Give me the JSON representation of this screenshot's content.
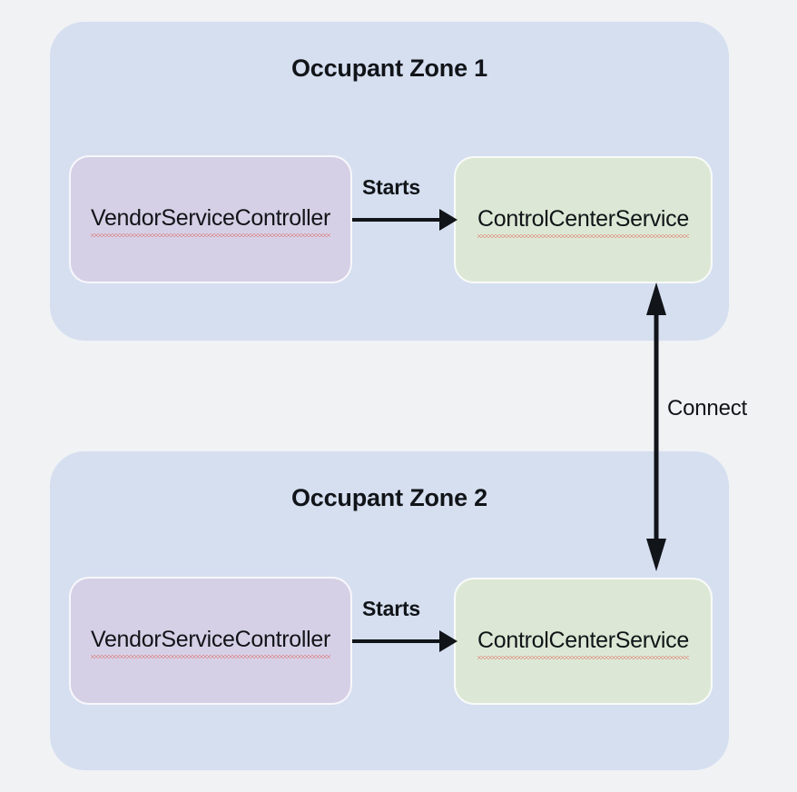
{
  "diagram": {
    "background_color": "#f0f2f4",
    "zones": [
      {
        "id": "zone-1",
        "title": "Occupant Zone 1",
        "fill": "#d5dff0",
        "nodes": [
          {
            "id": "node-vsc-1",
            "label": "VendorServiceController",
            "fill": "#d6d0e6",
            "spellcheck_underline": true
          },
          {
            "id": "node-ccs-1",
            "label": "ControlCenterService",
            "fill": "#dce8d5",
            "spellcheck_underline": true
          }
        ],
        "edge_label": "Starts"
      },
      {
        "id": "zone-2",
        "title": "Occupant Zone 2",
        "fill": "#d5dff0",
        "nodes": [
          {
            "id": "node-vsc-2",
            "label": "VendorServiceController",
            "fill": "#d6d0e6",
            "spellcheck_underline": true
          },
          {
            "id": "node-ccs-2",
            "label": "ControlCenterService",
            "fill": "#dce8d5",
            "spellcheck_underline": true
          }
        ],
        "edge_label": "Starts"
      }
    ],
    "edges": [
      {
        "id": "edge-starts-1",
        "label": "Starts",
        "from": "node-vsc-1",
        "to": "node-ccs-1",
        "direction": "forward",
        "color": "#111418"
      },
      {
        "id": "edge-starts-2",
        "label": "Starts",
        "from": "node-vsc-2",
        "to": "node-ccs-2",
        "direction": "forward",
        "color": "#111418"
      },
      {
        "id": "edge-connect",
        "label": "Connect",
        "from": "node-ccs-1",
        "to": "node-ccs-2",
        "direction": "bidirectional",
        "color": "#111418"
      }
    ]
  }
}
